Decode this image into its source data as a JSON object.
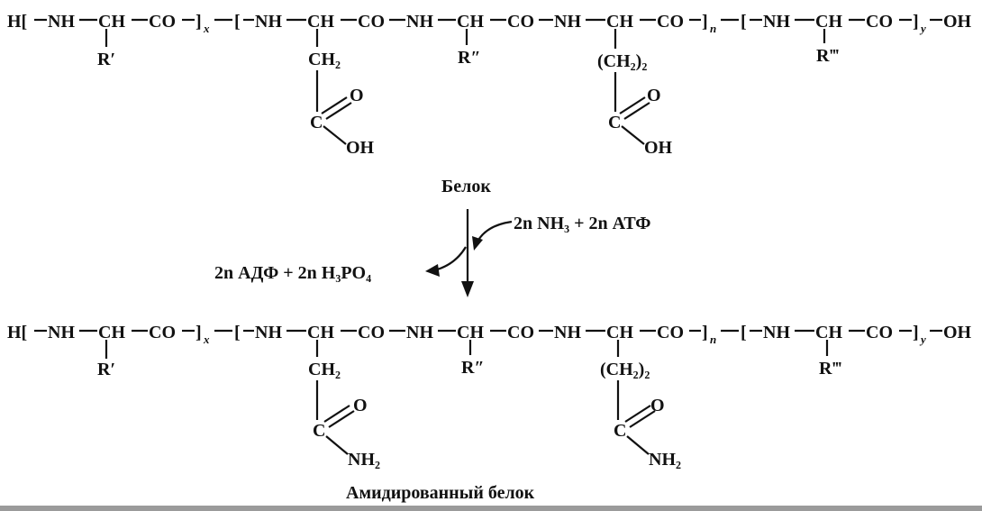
{
  "protein_label": "Белок",
  "amidated_label": "Амидированный белок",
  "chain": {
    "h_start": "H[",
    "nh": "NH",
    "ch": "CH",
    "co": "CO",
    "oh": "OH",
    "bracket_open": "[",
    "bracket_close": "]",
    "sub_x": "x",
    "sub_n": "n",
    "sub_y": "y",
    "r1": "R′",
    "r2": "R″",
    "r3": "R‴"
  },
  "side_chains": {
    "ch2": "CH₂",
    "ch2_2": "(CH₂)₂",
    "carbon": "C",
    "oxygen": "O",
    "hydroxyl": "OH",
    "amide": "NH₂"
  },
  "reagents": "2n NH₃ + 2n АТФ",
  "products": "2n АДФ + 2n H₃PO₄"
}
